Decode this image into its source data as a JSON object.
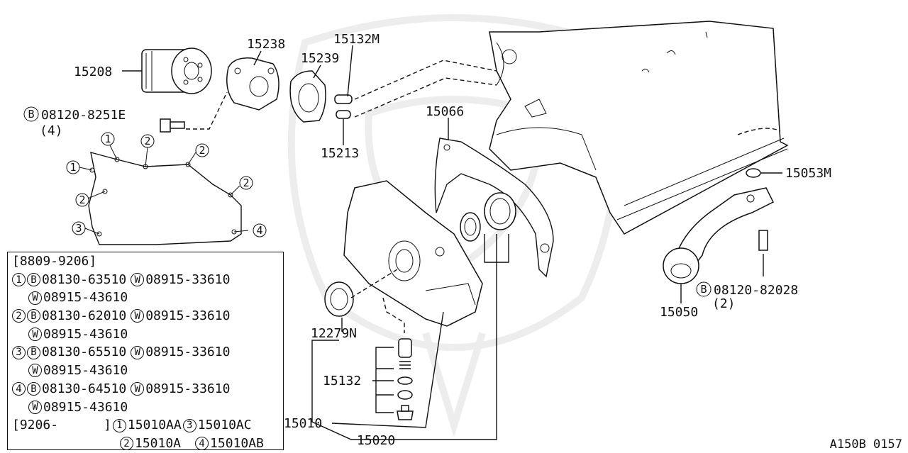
{
  "labels": {
    "p15208": "15208",
    "p15238": "15238",
    "p15239": "15239",
    "p15132M": "15132M",
    "p15213": "15213",
    "p15066": "15066",
    "p15053M": "15053M",
    "p15050": "15050",
    "p12279N": "12279N",
    "p15132": "15132",
    "p15010": "15010",
    "p15020": "15020",
    "bolt_left": "08120-8251E",
    "bolt_left_qty": "(4)",
    "bolt_right": "08120-82028",
    "bolt_right_qty": "(2)",
    "bolt_prefix": "B"
  },
  "gasket_markers": [
    "1",
    "2",
    "2",
    "1",
    "2",
    "2",
    "3",
    "4"
  ],
  "legend": {
    "header": "[8809-9206]",
    "groups": [
      {
        "num": "1",
        "bolt": "08130-63510",
        "washer1": "08915-33610",
        "washer2": "08915-43610"
      },
      {
        "num": "2",
        "bolt": "08130-62010",
        "washer1": "08915-33610",
        "washer2": "08915-43610"
      },
      {
        "num": "3",
        "bolt": "08130-65510",
        "washer1": "08915-33610",
        "washer2": "08915-43610"
      },
      {
        "num": "4",
        "bolt": "08130-64510",
        "washer1": "08915-33610",
        "washer2": "08915-43610"
      }
    ],
    "bolt_mark": "B",
    "washer_mark": "W",
    "range2": "[9206-",
    "range2_close": "]",
    "parts": [
      {
        "num": "1",
        "code": "15010AA"
      },
      {
        "num": "3",
        "code": "15010AC"
      },
      {
        "num": "2",
        "code": "15010A"
      },
      {
        "num": "4",
        "code": "15010AB"
      }
    ]
  },
  "diagram_code": "A150B 0157"
}
